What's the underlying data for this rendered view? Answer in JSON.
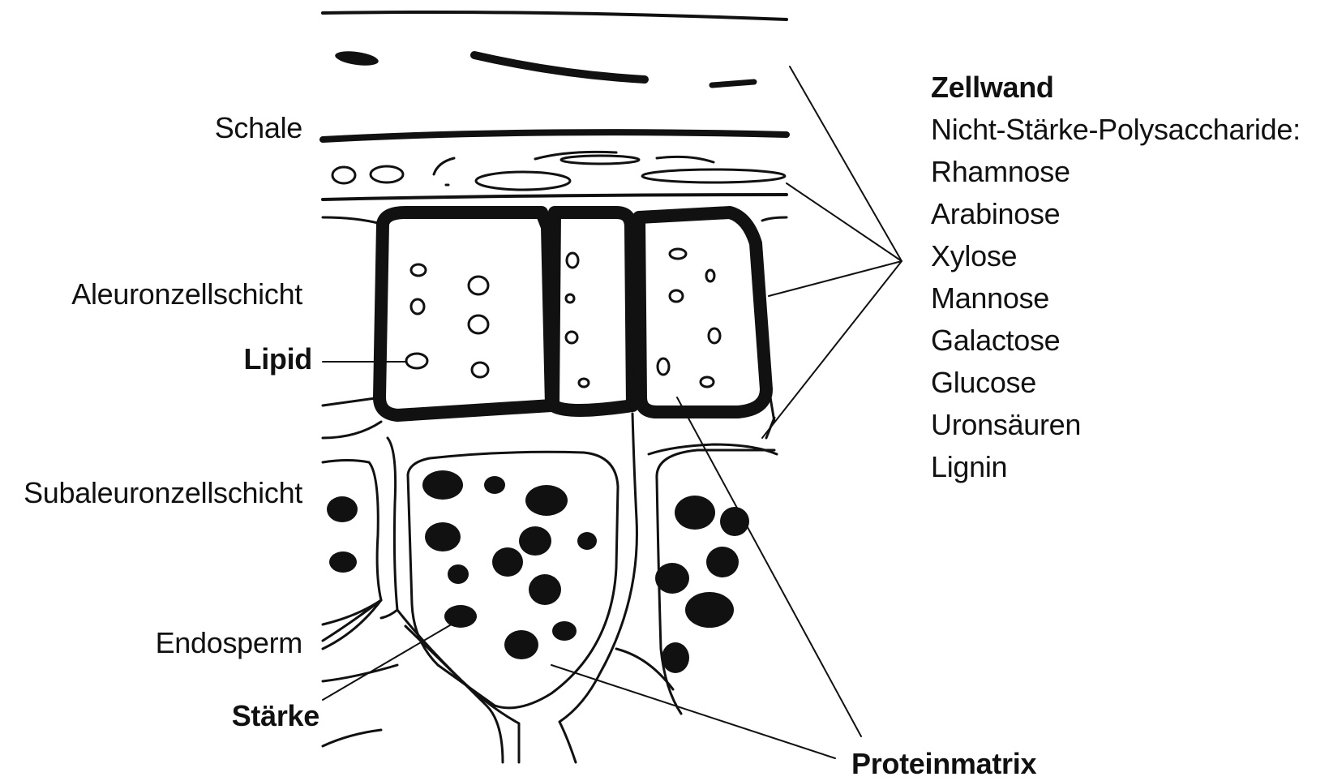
{
  "left_labels": {
    "schale": "Schale",
    "aleuron": "Aleuronzellschicht",
    "lipid": "Lipid",
    "subaleuron": "Subaleuronzellschicht",
    "endosperm": "Endosperm",
    "staerke": "Stärke"
  },
  "bottom_label": "Proteinmatrix",
  "cell_wall": {
    "title": "Zellwand",
    "subtitle": "Nicht-Stärke-Polysaccharide:",
    "components": [
      "Rhamnose",
      "Arabinose",
      "Xylose",
      "Mannose",
      "Galactose",
      "Glucose",
      "Uronsäuren",
      "Lignin"
    ]
  }
}
